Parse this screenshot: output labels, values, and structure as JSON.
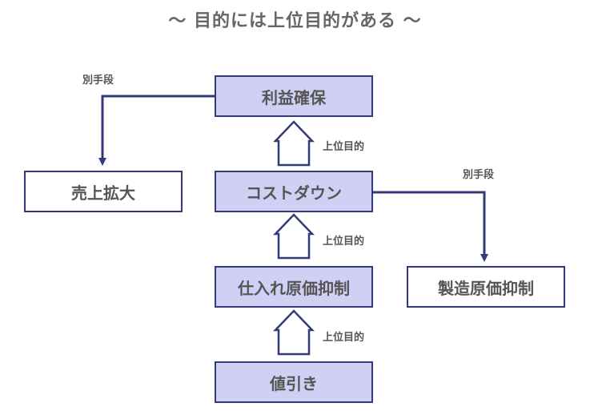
{
  "title": "～ 目的には上位目的がある ～",
  "nodes": {
    "profit": "利益確保",
    "cost_down": "コストダウン",
    "purchase_cost": "仕入れ原価抑制",
    "discount": "値引き",
    "sales_expansion": "売上拡大",
    "manufacturing_cost": "製造原価抑制"
  },
  "labels": {
    "higher_purpose": "上位目的",
    "alternative_means": "別手段"
  },
  "colors": {
    "box_border": "#333a7a",
    "box_fill": "#d0d0f4",
    "text": "#555555"
  }
}
